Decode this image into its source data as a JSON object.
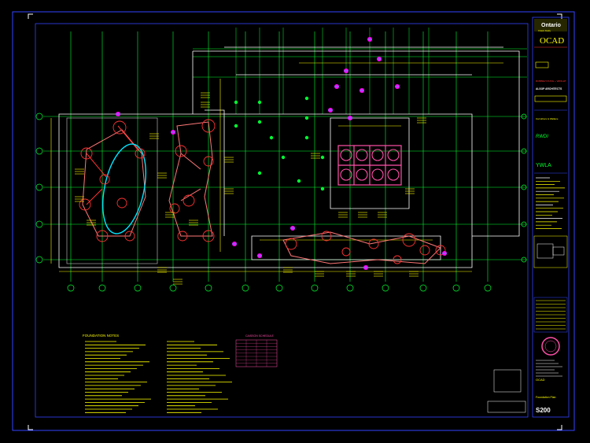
{
  "title_block": {
    "client_logo": "Ontario",
    "client_sub": "Ontario Realty",
    "school_logo": "OCAD",
    "architect_1": "ROBBIE/YOUNG + WRIGHT",
    "architect_2": "ALSOP ARCHITECTS",
    "engineer_1": "Carruthers & Wallace",
    "engineer_2": "RWDI",
    "engineer_3": "YWLA",
    "project_name": "OCAD",
    "drawing_title": "Foundation Plan",
    "sheet_number": "S200"
  },
  "notes": {
    "foundation_heading": "FOUNDATION NOTES",
    "caisson_heading": "CAISSON SCHEDULE"
  },
  "colors": {
    "border": "#3344ff",
    "grid": "#00ff33",
    "walls": "#ffffff",
    "dims": "#ffff00",
    "caissons": "#ff3333",
    "pink": "#ff4fa8",
    "cyan": "#00e5ff",
    "tags": "#ff00ff"
  }
}
